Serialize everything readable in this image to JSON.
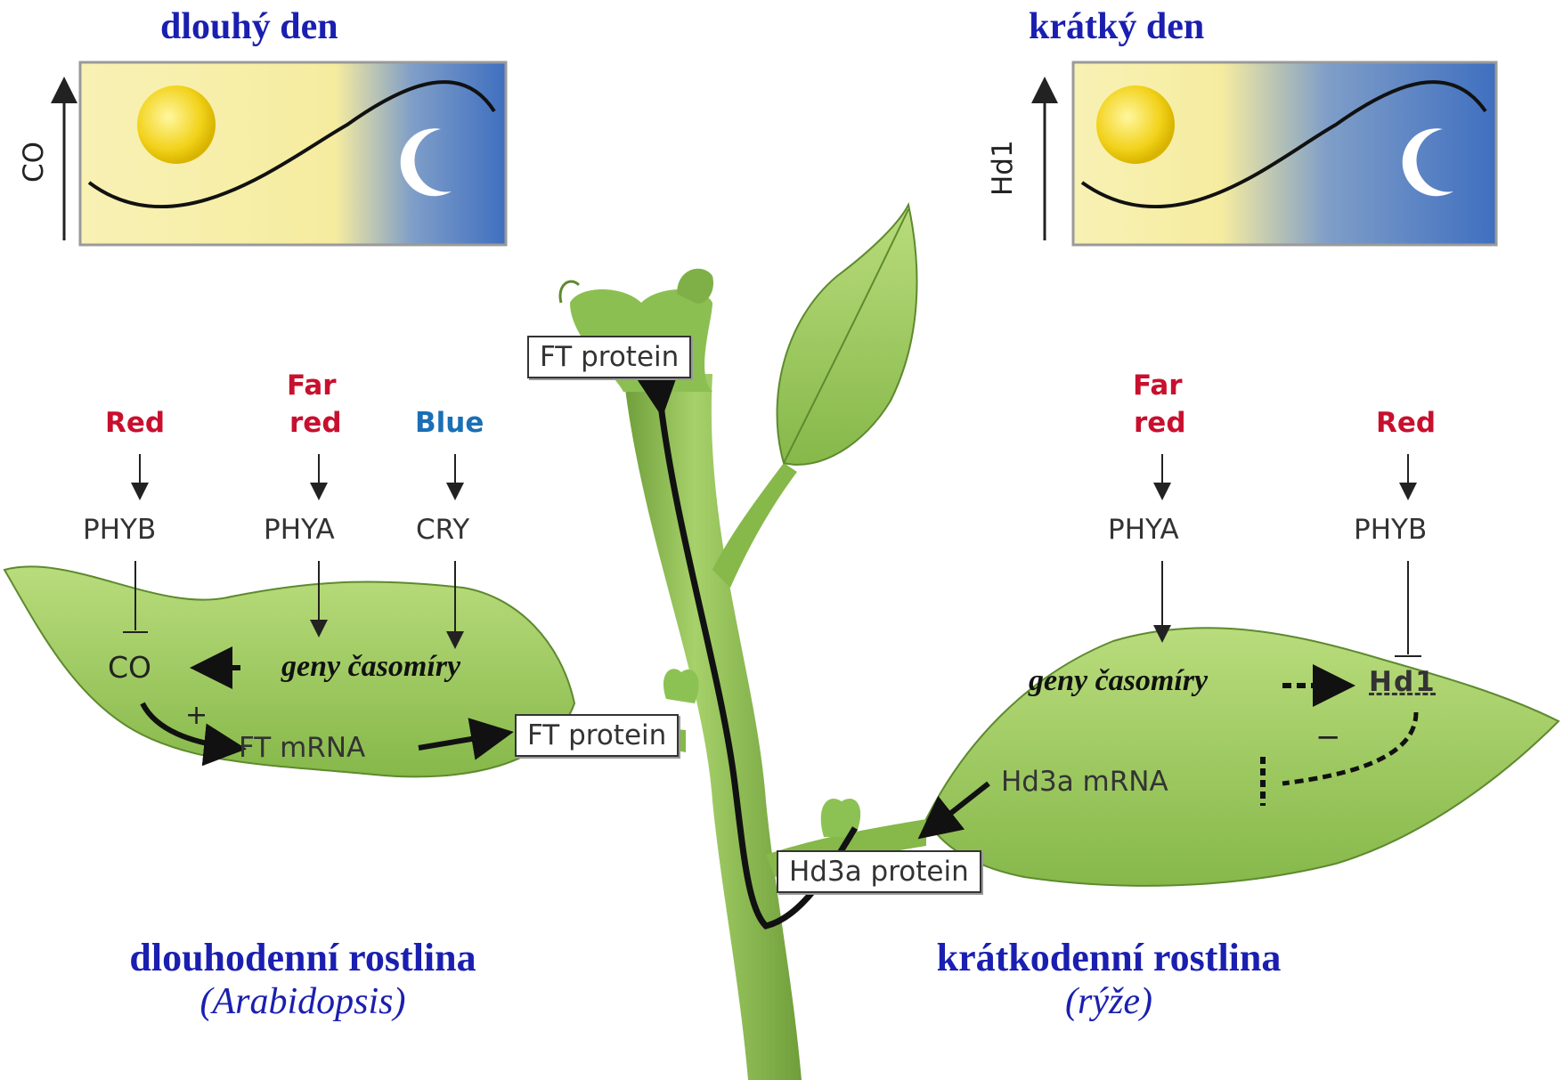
{
  "headings": {
    "long_day": "dlouhý den",
    "short_day": "krátký den"
  },
  "graphs": {
    "left_axis_label": "CO",
    "right_axis_label": "Hd1"
  },
  "left": {
    "light_labels": {
      "red": "Red",
      "far_red_1": "Far",
      "far_red_2": "red",
      "blue": "Blue"
    },
    "receptors": {
      "phyb": "PHYB",
      "phya": "PHYA",
      "cry": "CRY"
    },
    "co": "CO",
    "clock_genes": "geny časomíry",
    "plus": "+",
    "ft_mrna": "FT mRNA",
    "ft_protein_box": "FT protein",
    "caption_main": "dlouhodenní rostlina",
    "caption_sub": "(Arabidopsis)"
  },
  "top_box": "FT protein",
  "right": {
    "light_labels": {
      "far_red_1": "Far",
      "far_red_2": "red",
      "red": "Red"
    },
    "receptors": {
      "phya": "PHYA",
      "phyb": "PHYB"
    },
    "clock_genes": "geny časomíry",
    "hd1": "Hd1",
    "minus": "−",
    "hd3a_mrna": "Hd3a mRNA",
    "hd3a_protein_box": "Hd3a protein",
    "caption_main": "krátkodenní rostlina",
    "caption_sub": "(rýže)"
  },
  "colors": {
    "heading": "#1a1fb0",
    "red_light": "#c8102e",
    "blue_light": "#1a6fb5",
    "day": "#f7f0b0",
    "night": "#3f6fc0",
    "leaf": "#9cc85a",
    "stem": "#86b84a"
  }
}
